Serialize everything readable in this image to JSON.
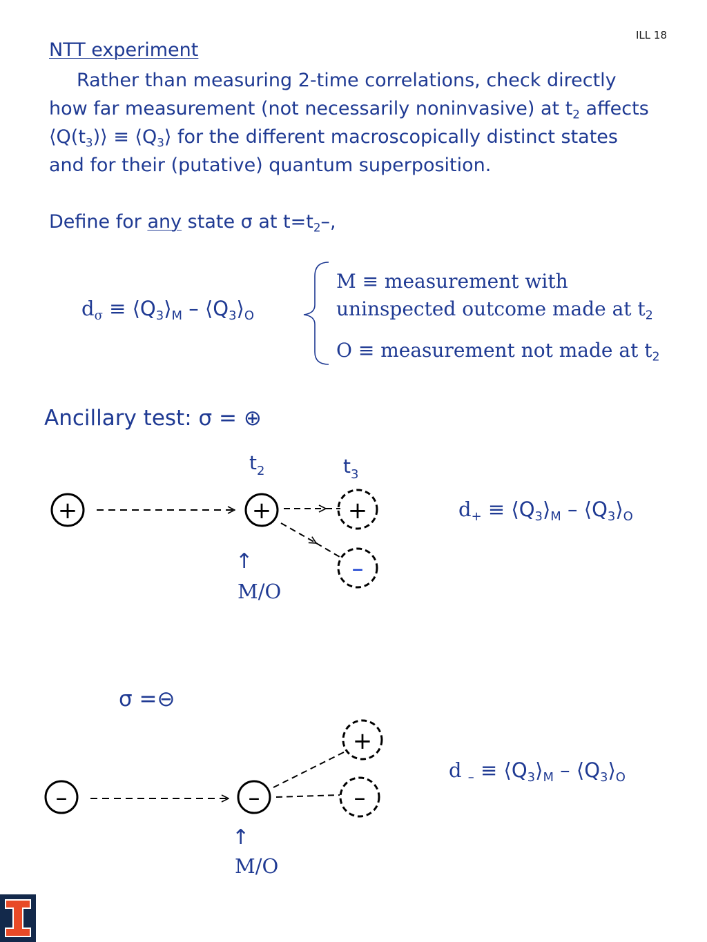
{
  "slide_number": "ILL 18",
  "title": "NTT experiment",
  "intro": {
    "line1": "Rather than measuring 2-time correlations, check directly",
    "line2_pre": "how far measurement (not necessarily noninvasive) at t",
    "line2_sub": "2",
    "line2_post": " affects",
    "line3_a": "⟨Q(t",
    "line3_sub1": "3",
    "line3_b": ")⟩ ≡ ⟨Q",
    "line3_sub2": "3",
    "line3_c": "⟩ for the different macroscopically distinct states",
    "line4": "and for their (putative) quantum superposition."
  },
  "define": {
    "pre": "Define for ",
    "any": "any",
    "post": " state σ at t=t",
    "sub": "2",
    "tail": "–,"
  },
  "d_sigma": {
    "d": "d",
    "sigma": "σ",
    "eq": " ≡ ⟨Q",
    "three": "3",
    "m_close": "⟩",
    "m": "M",
    "minus": " – ⟨Q",
    "three2": "3",
    "o_close": "⟩",
    "o": "O"
  },
  "definitions": {
    "m_line1": "M ≡ measurement with",
    "m_line2_pre": "uninspected outcome made at t",
    "m_line2_sub": "2",
    "o_line_pre": "O ≡ measurement not made at t",
    "o_line_sub": "2"
  },
  "ancillary": {
    "label": "Ancillary test: σ = ⊕"
  },
  "diagram1": {
    "t2_label": "t",
    "t2_sub": "2",
    "t3_label": "t",
    "t3_sub": "3",
    "start_symbol": "+",
    "middle_symbol": "+",
    "out_plus_symbol": "+",
    "out_minus_symbol": "–",
    "arrow_up": "↑",
    "mo_label": "M/O"
  },
  "d_plus": {
    "d": "d",
    "sub": "+",
    "eq": " ≡ ⟨Q",
    "three": "3",
    "m_close": "⟩",
    "m": "M",
    "minus": " – ⟨Q",
    "three2": "3",
    "o_close": "⟩",
    "o": "O"
  },
  "sigma_minus": {
    "label": "σ =⊖"
  },
  "diagram2": {
    "start_symbol": "–",
    "middle_symbol": "–",
    "out_plus_symbol": "+",
    "out_minus_symbol": "–",
    "arrow_up": "↑",
    "mo_label": "M/O"
  },
  "d_minus": {
    "d": "d ",
    "sub": "–",
    "eq": " ≡ ⟨Q",
    "three": "3",
    "m_close": "⟩",
    "m": "M",
    "minus": " – ⟨Q",
    "three2": "3",
    "o_close": "⟩",
    "o": "O"
  },
  "colors": {
    "text_blue": "#1f3a93",
    "logo_blue": "#13294b",
    "logo_orange": "#e84a27",
    "minus_blue": "#1740d0"
  },
  "logo_icon": "block-i-logo"
}
